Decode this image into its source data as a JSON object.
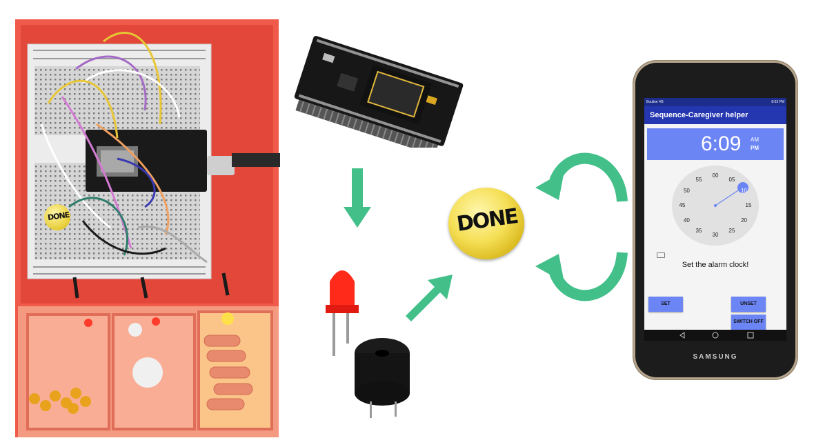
{
  "colors": {
    "enclosure": "#ef5a4a",
    "enclosure_inner": "#f39a80",
    "arrow_green": "#43c08a",
    "app_bar": "#2436b0",
    "time_header": "#6c85f5",
    "button_blue": "#6c85f5"
  },
  "done_button": {
    "label": "DONE"
  },
  "enclosure": {
    "done_label": "DONE"
  },
  "phone": {
    "brand": "SAMSUNG",
    "status_left": "Bouline 4G",
    "status_right": "8:03 PM",
    "app_title": "Sequence-Caregiver helper",
    "time": "6:09",
    "am": "AM",
    "pm": "PM",
    "selected_minute": "10",
    "dial_numbers": [
      "00",
      "05",
      "10",
      "15",
      "20",
      "25",
      "30",
      "35",
      "40",
      "45",
      "50",
      "55"
    ],
    "message": "Set the alarm clock!",
    "buttons": {
      "set": "SET",
      "unset": "UNSET",
      "switch_off": "SWITCH OFF"
    }
  },
  "icons": [
    "down-arrow-icon",
    "up-right-arrow-icon",
    "cycle-arrow-icon",
    "keyboard-icon",
    "back-icon",
    "home-icon",
    "recents-icon"
  ]
}
